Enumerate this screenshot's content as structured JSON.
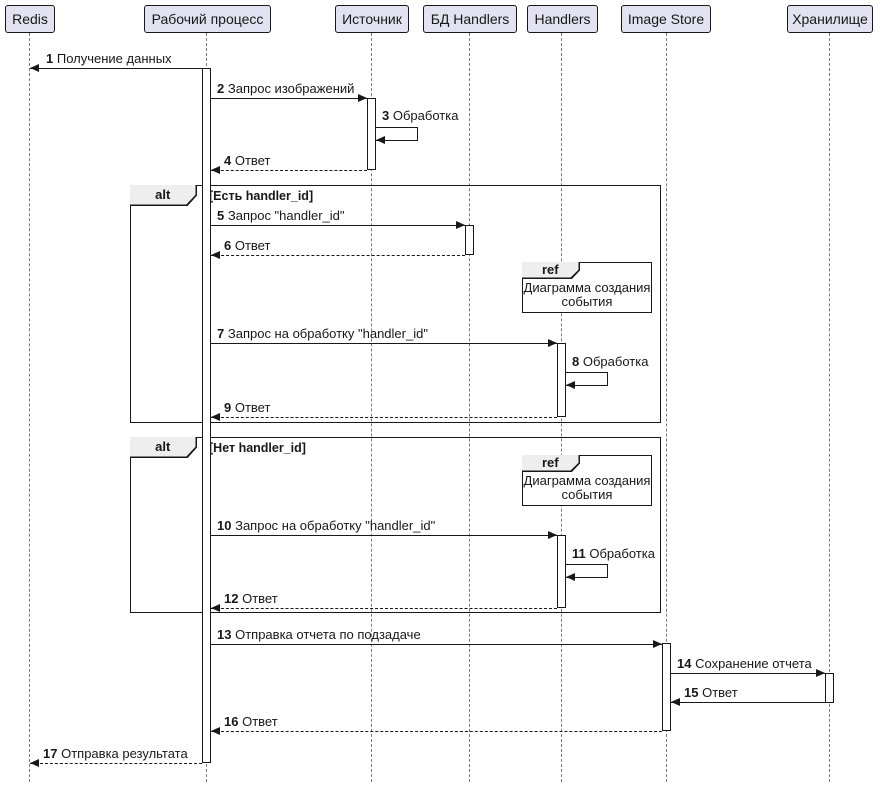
{
  "diagram": {
    "type": "uml-sequence",
    "colors": {
      "participant_fill": "#E2E2F0",
      "border": "#181818",
      "frame_tab_fill": "#EEEEEE",
      "lifeline": "#7B7B7B",
      "activation_fill": "#FFFFFF",
      "background": "#FFFFFF"
    },
    "participants": [
      {
        "label": "Redis"
      },
      {
        "label": "Рабочий процесс"
      },
      {
        "label": "Источник"
      },
      {
        "label": "БД Handlers"
      },
      {
        "label": "Handlers"
      },
      {
        "label": "Image Store"
      },
      {
        "label": "Хранилище"
      }
    ],
    "frames": [
      {
        "operator": "alt",
        "guard": "[Есть handler_id]"
      },
      {
        "operator": "alt",
        "guard": "[Нет handler_id]"
      }
    ],
    "refs": [
      {
        "operator": "ref",
        "line1": "Диаграмма создания",
        "line2": "события"
      },
      {
        "operator": "ref",
        "line1": "Диаграмма создания",
        "line2": "события"
      }
    ],
    "messages": [
      {
        "num": "1",
        "text": "Получение данных"
      },
      {
        "num": "2",
        "text": "Запрос изображений"
      },
      {
        "num": "3",
        "text": "Обработка"
      },
      {
        "num": "4",
        "text": "Ответ"
      },
      {
        "num": "5",
        "text": "Запрос \"handler_id\""
      },
      {
        "num": "6",
        "text": "Ответ"
      },
      {
        "num": "7",
        "text": "Запрос на обработку \"handler_id\""
      },
      {
        "num": "8",
        "text": "Обработка"
      },
      {
        "num": "9",
        "text": "Ответ"
      },
      {
        "num": "10",
        "text": "Запрос на обработку \"handler_id\""
      },
      {
        "num": "11",
        "text": "Обработка"
      },
      {
        "num": "12",
        "text": "Ответ"
      },
      {
        "num": "13",
        "text": "Отправка отчета по подзадаче"
      },
      {
        "num": "14",
        "text": "Сохранение отчета"
      },
      {
        "num": "15",
        "text": "Ответ"
      },
      {
        "num": "16",
        "text": "Ответ"
      },
      {
        "num": "17",
        "text": "Отправка результата"
      }
    ]
  }
}
